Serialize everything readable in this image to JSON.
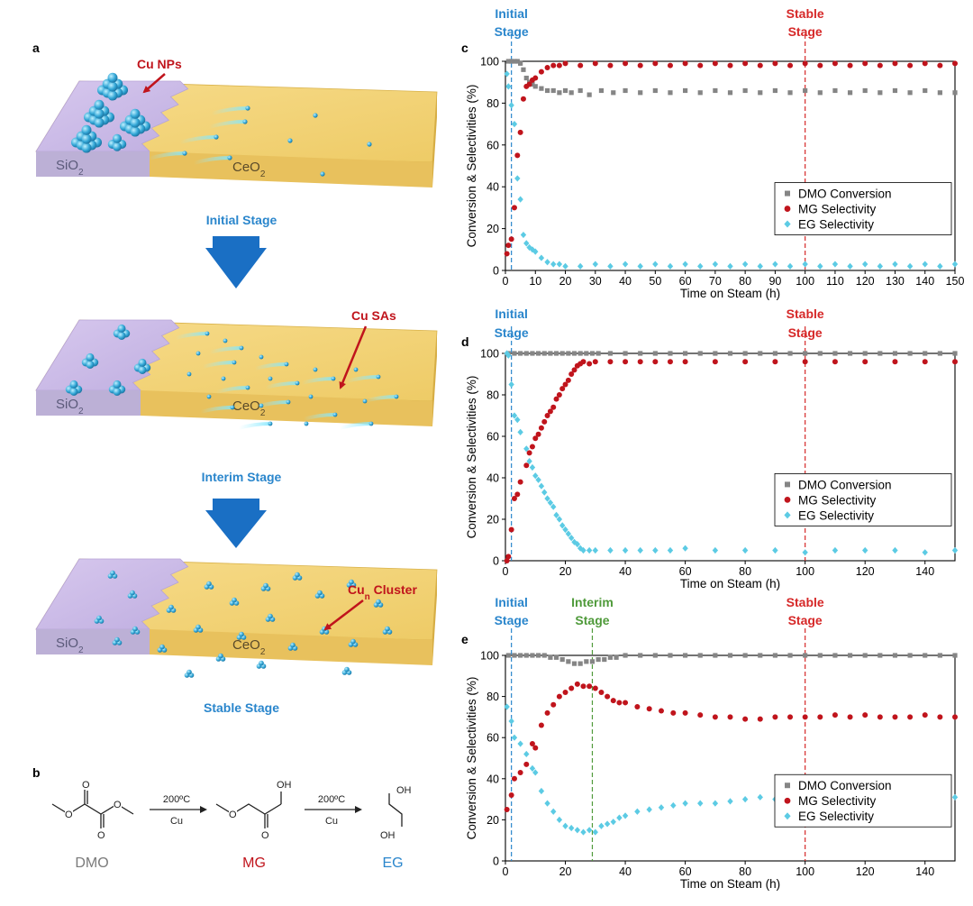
{
  "panels": {
    "a": "a",
    "b": "b",
    "c": "c",
    "d": "d",
    "e": "e"
  },
  "schematic": {
    "support_left": "SiO",
    "support_left_sub": "2",
    "support_right": "CeO",
    "support_right_sub": "2",
    "stage1_caption": "Initial Stage",
    "stage2_caption": "Interim Stage",
    "stage3_caption": "Stable Stage",
    "callout1": "Cu NPs",
    "callout2": "Cu SAs",
    "callout3_main": "Cu",
    "callout3_sub": "n",
    "callout3_rest": " Cluster",
    "colors": {
      "silica": "#cbb9e6",
      "ceria": "#f0cf72",
      "arrow": "#1a6fc4",
      "callout": "#c0141c",
      "particle": "#3aa8d8"
    }
  },
  "reaction": {
    "dmo": "DMO",
    "mg": "MG",
    "eg": "EG",
    "cond_temp": "200ºC",
    "cond_cat": "Cu",
    "atom_o": "O",
    "atom_oh": "OH",
    "colors": {
      "dmo": "#7a7a7a",
      "mg": "#c0141c",
      "eg": "#2a86cc"
    }
  },
  "chart_data": [
    {
      "id": "c",
      "type": "scatter",
      "xlabel": "Time on Steam (h)",
      "ylabel": "Conversion & Selectivities (%)",
      "xlim": [
        0,
        150
      ],
      "ylim": [
        0,
        100
      ],
      "xticks": [
        0,
        10,
        20,
        30,
        40,
        50,
        60,
        70,
        80,
        90,
        100,
        110,
        120,
        130,
        140,
        150
      ],
      "yticks": [
        0,
        20,
        40,
        60,
        80,
        100
      ],
      "legend": [
        "DMO Conversion",
        "MG Selectivity",
        "EG Selectivity"
      ],
      "legend_placement": "center-right",
      "stage_lines": [
        {
          "x": 2,
          "label1": "Initial",
          "label2": "Stage",
          "color": "#2a86cc"
        },
        {
          "x": 100,
          "label1": "Stable",
          "label2": "Stage",
          "color": "#d62828"
        }
      ],
      "series": [
        {
          "name": "DMO Conversion",
          "marker": "square",
          "color": "#858585",
          "x": [
            1,
            2,
            3,
            4,
            5,
            6,
            7,
            8,
            9,
            10,
            12,
            14,
            16,
            18,
            20,
            22,
            25,
            28,
            32,
            36,
            40,
            45,
            50,
            55,
            60,
            65,
            70,
            75,
            80,
            85,
            90,
            95,
            100,
            105,
            110,
            115,
            120,
            125,
            130,
            135,
            140,
            145,
            150
          ],
          "y": [
            100,
            100,
            100,
            100,
            99,
            96,
            92,
            90,
            89,
            88,
            87,
            86,
            86,
            85,
            86,
            85,
            86,
            84,
            86,
            85,
            86,
            85,
            86,
            85,
            86,
            85,
            86,
            85,
            86,
            85,
            86,
            85,
            86,
            85,
            86,
            85,
            86,
            85,
            86,
            85,
            86,
            85,
            85
          ]
        },
        {
          "name": "MG Selectivity",
          "marker": "circle",
          "color": "#c0141c",
          "x": [
            0.5,
            1,
            2,
            3,
            4,
            5,
            6,
            7,
            8,
            9,
            10,
            12,
            14,
            16,
            18,
            20,
            25,
            30,
            35,
            40,
            45,
            50,
            55,
            60,
            65,
            70,
            75,
            80,
            85,
            90,
            95,
            100,
            105,
            110,
            115,
            120,
            125,
            130,
            135,
            140,
            145,
            150
          ],
          "y": [
            8,
            12,
            15,
            30,
            55,
            66,
            82,
            88,
            89,
            91,
            92,
            95,
            97,
            98,
            98,
            99,
            98,
            99,
            98,
            99,
            98,
            99,
            98,
            99,
            98,
            99,
            98,
            99,
            98,
            99,
            98,
            99,
            98,
            99,
            98,
            99,
            98,
            99,
            98,
            99,
            98,
            99
          ]
        },
        {
          "name": "EG Selectivity",
          "marker": "diamond",
          "color": "#5ccbe4",
          "x": [
            0.5,
            1,
            2,
            3,
            4,
            5,
            6,
            7,
            8,
            9,
            10,
            12,
            14,
            16,
            18,
            20,
            25,
            30,
            35,
            40,
            45,
            50,
            55,
            60,
            65,
            70,
            75,
            80,
            85,
            90,
            95,
            100,
            105,
            110,
            115,
            120,
            125,
            130,
            135,
            140,
            145,
            150
          ],
          "y": [
            94,
            88,
            79,
            70,
            44,
            34,
            17,
            13,
            11,
            10,
            9,
            6,
            4,
            3,
            3,
            2,
            2,
            3,
            2,
            3,
            2,
            3,
            2,
            3,
            2,
            3,
            2,
            3,
            2,
            3,
            2,
            3,
            2,
            3,
            2,
            3,
            2,
            3,
            2,
            3,
            2,
            3
          ]
        }
      ]
    },
    {
      "id": "d",
      "type": "scatter",
      "xlabel": "Time on Steam (h)",
      "ylabel": "Conversion & Selectivities (%)",
      "xlim": [
        0,
        150
      ],
      "ylim": [
        0,
        100
      ],
      "xticks": [
        0,
        20,
        40,
        60,
        80,
        100,
        120,
        140
      ],
      "yticks": [
        0,
        20,
        40,
        60,
        80,
        100
      ],
      "legend": [
        "DMO Conversion",
        "MG Selectivity",
        "EG Selectivity"
      ],
      "legend_placement": "center-right",
      "stage_lines": [
        {
          "x": 2,
          "label1": "Initial",
          "label2": "Stage",
          "color": "#2a86cc"
        },
        {
          "x": 100,
          "label1": "Stable",
          "label2": "Stage",
          "color": "#d62828"
        }
      ],
      "series": [
        {
          "name": "DMO Conversion",
          "marker": "square",
          "color": "#858585",
          "x": [
            1,
            3,
            5,
            7,
            9,
            11,
            13,
            15,
            17,
            19,
            21,
            23,
            25,
            27,
            29,
            31,
            35,
            40,
            45,
            50,
            55,
            60,
            65,
            70,
            75,
            80,
            85,
            90,
            95,
            100,
            105,
            110,
            115,
            120,
            125,
            130,
            135,
            140,
            145,
            150
          ],
          "y": [
            100,
            100,
            100,
            100,
            100,
            100,
            100,
            100,
            100,
            100,
            100,
            100,
            100,
            100,
            100,
            100,
            100,
            100,
            100,
            100,
            100,
            100,
            100,
            100,
            100,
            100,
            100,
            100,
            100,
            100,
            100,
            100,
            100,
            100,
            100,
            100,
            100,
            100,
            100,
            100
          ]
        },
        {
          "name": "MG Selectivity",
          "marker": "circle",
          "color": "#c0141c",
          "x": [
            0.5,
            1,
            2,
            3,
            4,
            5,
            7,
            8,
            9,
            10,
            11,
            12,
            13,
            14,
            15,
            16,
            17,
            18,
            19,
            20,
            21,
            22,
            23,
            24,
            25,
            26,
            28,
            30,
            35,
            40,
            45,
            50,
            55,
            60,
            70,
            80,
            90,
            100,
            110,
            120,
            130,
            140,
            150
          ],
          "y": [
            0,
            2,
            15,
            30,
            32,
            38,
            46,
            52,
            55,
            59,
            61,
            64,
            67,
            70,
            72,
            74,
            78,
            80,
            83,
            85,
            87,
            90,
            92,
            94,
            95,
            96,
            95,
            96,
            96,
            96,
            96,
            96,
            96,
            96,
            96,
            96,
            96,
            96,
            96,
            96,
            96,
            96,
            96
          ]
        },
        {
          "name": "EG Selectivity",
          "marker": "diamond",
          "color": "#5ccbe4",
          "x": [
            0.5,
            1,
            2,
            3,
            4,
            5,
            7,
            8,
            9,
            10,
            11,
            12,
            13,
            14,
            15,
            16,
            17,
            18,
            19,
            20,
            21,
            22,
            23,
            24,
            25,
            26,
            28,
            30,
            35,
            40,
            45,
            50,
            55,
            60,
            70,
            80,
            90,
            100,
            110,
            120,
            130,
            140,
            150
          ],
          "y": [
            100,
            99,
            85,
            70,
            68,
            62,
            54,
            48,
            45,
            41,
            39,
            36,
            33,
            30,
            28,
            26,
            22,
            20,
            17,
            15,
            13,
            11,
            9,
            8,
            6,
            5,
            5,
            5,
            5,
            5,
            5,
            5,
            5,
            6,
            5,
            5,
            5,
            4,
            5,
            5,
            5,
            4,
            5
          ]
        }
      ]
    },
    {
      "id": "e",
      "type": "scatter",
      "xlabel": "Time on Steam (h)",
      "ylabel": "Conversion & Selectivities (%)",
      "xlim": [
        0,
        150
      ],
      "ylim": [
        0,
        100
      ],
      "xticks": [
        0,
        20,
        40,
        60,
        80,
        100,
        120,
        140
      ],
      "yticks": [
        0,
        20,
        40,
        60,
        80,
        100
      ],
      "legend": [
        "DMO Conversion",
        "MG Selectivity",
        "EG Selectivity"
      ],
      "legend_placement": "center-right",
      "stage_lines": [
        {
          "x": 2,
          "label1": "Initial",
          "label2": "Stage",
          "color": "#2a86cc"
        },
        {
          "x": 29,
          "label1": "Interim",
          "label2": "Stage",
          "color": "#4f9a3a"
        },
        {
          "x": 100,
          "label1": "Stable",
          "label2": "Stage",
          "color": "#d62828"
        }
      ],
      "series": [
        {
          "name": "DMO Conversion",
          "marker": "square",
          "color": "#858585",
          "x": [
            1,
            3,
            5,
            7,
            9,
            11,
            13,
            15,
            17,
            19,
            21,
            23,
            25,
            27,
            29,
            31,
            33,
            35,
            37,
            40,
            45,
            50,
            55,
            60,
            65,
            70,
            75,
            80,
            85,
            90,
            95,
            100,
            105,
            110,
            115,
            120,
            125,
            130,
            135,
            140,
            145,
            150
          ],
          "y": [
            100,
            100,
            100,
            100,
            100,
            100,
            100,
            99,
            99,
            98,
            97,
            96,
            96,
            97,
            97,
            98,
            98,
            99,
            99,
            100,
            100,
            100,
            100,
            100,
            100,
            100,
            100,
            100,
            100,
            100,
            100,
            100,
            100,
            100,
            100,
            100,
            100,
            100,
            100,
            100,
            100,
            100
          ]
        },
        {
          "name": "MG Selectivity",
          "marker": "circle",
          "color": "#c0141c",
          "x": [
            0.5,
            2,
            3,
            5,
            7,
            9,
            10,
            12,
            14,
            16,
            18,
            20,
            22,
            24,
            26,
            28,
            30,
            32,
            34,
            36,
            38,
            40,
            44,
            48,
            52,
            56,
            60,
            65,
            70,
            75,
            80,
            85,
            90,
            95,
            100,
            105,
            110,
            115,
            120,
            125,
            130,
            135,
            140,
            145,
            150
          ],
          "y": [
            25,
            32,
            40,
            43,
            47,
            57,
            55,
            66,
            72,
            76,
            80,
            82,
            84,
            86,
            85,
            85,
            84,
            82,
            80,
            78,
            77,
            77,
            75,
            74,
            73,
            72,
            72,
            71,
            70,
            70,
            69,
            69,
            70,
            70,
            70,
            70,
            71,
            70,
            71,
            70,
            70,
            70,
            71,
            70,
            70
          ]
        },
        {
          "name": "EG Selectivity",
          "marker": "diamond",
          "color": "#5ccbe4",
          "x": [
            0.5,
            2,
            3,
            5,
            7,
            9,
            10,
            12,
            14,
            16,
            18,
            20,
            22,
            24,
            26,
            28,
            30,
            32,
            34,
            36,
            38,
            40,
            44,
            48,
            52,
            56,
            60,
            65,
            70,
            75,
            80,
            85,
            90,
            95,
            100,
            105,
            110,
            115,
            120,
            125,
            130,
            135,
            140,
            145,
            150
          ],
          "y": [
            75,
            68,
            60,
            57,
            52,
            45,
            43,
            34,
            28,
            24,
            20,
            17,
            16,
            15,
            14,
            15,
            14,
            17,
            18,
            19,
            21,
            22,
            24,
            25,
            26,
            27,
            28,
            28,
            28,
            29,
            30,
            31,
            30,
            30,
            29,
            30,
            29,
            30,
            29,
            30,
            30,
            30,
            29,
            30,
            31
          ]
        }
      ]
    }
  ]
}
